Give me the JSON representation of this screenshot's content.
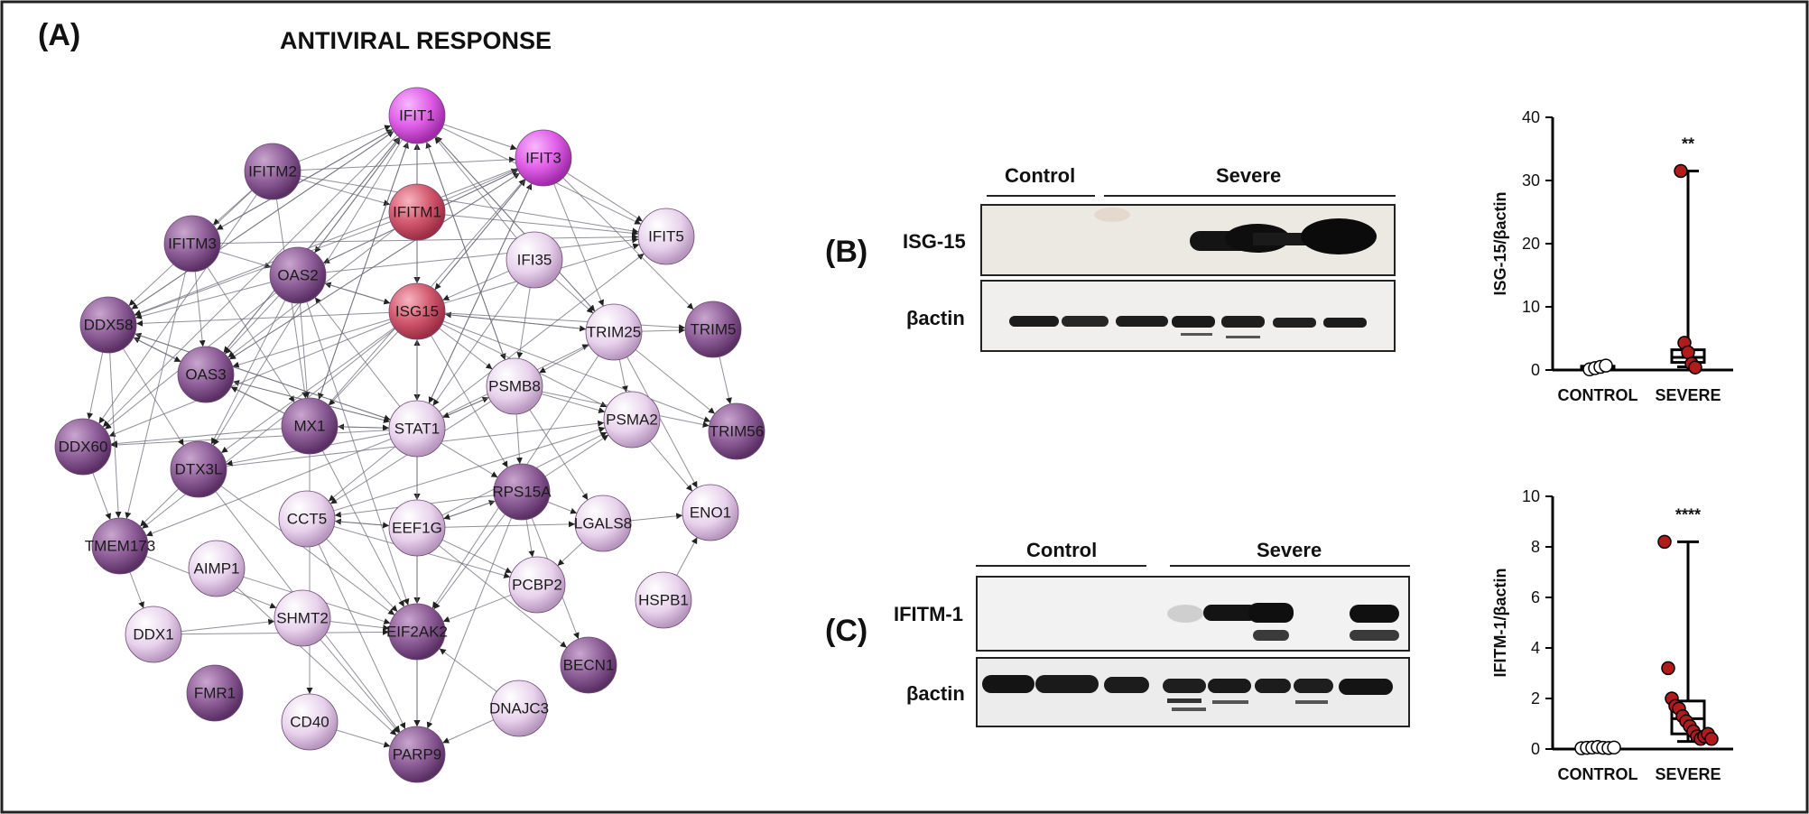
{
  "figure": {
    "panel_a": {
      "letter": "(A)",
      "title": "ANTIVIRAL RESPONSE",
      "nodes": [
        {
          "id": "IFIT1",
          "c": "#e060e8"
        },
        {
          "id": "IFIT3",
          "c": "#e060e8"
        },
        {
          "id": "IFITM2",
          "c": "#8a5a94"
        },
        {
          "id": "IFITM1",
          "c": "#d45a70"
        },
        {
          "id": "IFIT5",
          "c": "#e4cce8"
        },
        {
          "id": "IFITM3",
          "c": "#8a5a94"
        },
        {
          "id": "OAS2",
          "c": "#8a5a94"
        },
        {
          "id": "IFI35",
          "c": "#e4cce8"
        },
        {
          "id": "DDX58",
          "c": "#8a5a94"
        },
        {
          "id": "ISG15",
          "c": "#d45a70"
        },
        {
          "id": "TRIM25",
          "c": "#e4cce8"
        },
        {
          "id": "TRIM5",
          "c": "#8a5a94"
        },
        {
          "id": "OAS3",
          "c": "#8a5a94"
        },
        {
          "id": "PSMB8",
          "c": "#e4cce8"
        },
        {
          "id": "PSMA2",
          "c": "#e4cce8"
        },
        {
          "id": "TRIM56",
          "c": "#8a5a94"
        },
        {
          "id": "MX1",
          "c": "#8a5a94"
        },
        {
          "id": "STAT1",
          "c": "#e4cce8"
        },
        {
          "id": "DDX60",
          "c": "#8a5a94"
        },
        {
          "id": "DTX3L",
          "c": "#8a5a94"
        },
        {
          "id": "RPS15A",
          "c": "#8a5a94"
        },
        {
          "id": "CCT5",
          "c": "#e4cce8"
        },
        {
          "id": "EEF1G",
          "c": "#e4cce8"
        },
        {
          "id": "LGALS8",
          "c": "#e4cce8"
        },
        {
          "id": "ENO1",
          "c": "#e4cce8"
        },
        {
          "id": "TMEM173",
          "c": "#8a5a94"
        },
        {
          "id": "AIMP1",
          "c": "#e4cce8"
        },
        {
          "id": "PCBP2",
          "c": "#e4cce8"
        },
        {
          "id": "HSPB1",
          "c": "#e4cce8"
        },
        {
          "id": "DDX1",
          "c": "#e4cce8"
        },
        {
          "id": "SHMT2",
          "c": "#e4cce8"
        },
        {
          "id": "EIF2AK2",
          "c": "#8a5a94"
        },
        {
          "id": "BECN1",
          "c": "#8a5a94"
        },
        {
          "id": "FMR1",
          "c": "#8a5a94"
        },
        {
          "id": "CD40",
          "c": "#e4cce8"
        },
        {
          "id": "DNAJC3",
          "c": "#e4cce8"
        },
        {
          "id": "PARP9",
          "c": "#8a5a94"
        }
      ]
    },
    "panel_b": {
      "letter": "(B)",
      "group_control": "Control",
      "group_severe": "Severe",
      "row1": "ISG-15",
      "row2": "βactin"
    },
    "panel_c": {
      "letter": "(C)",
      "group_control": "Control",
      "group_severe": "Severe",
      "row1": "IFITM-1",
      "row2": "βactin"
    }
  },
  "chart_data": [
    {
      "type": "box",
      "ylabel": "ISG-15/βactin",
      "categories": [
        "CONTROL",
        "SEVERE"
      ],
      "ylim": [
        0,
        40
      ],
      "yticks": [
        "0",
        "10",
        "20",
        "30",
        "40"
      ],
      "annotation": "**",
      "series": [
        {
          "group": "CONTROL",
          "min": 0.0,
          "q1": 0.2,
          "median": 0.4,
          "q3": 0.6,
          "max": 0.8,
          "points": [
            0.1,
            0.3,
            0.5,
            0.7
          ]
        },
        {
          "group": "SEVERE",
          "min": 0.5,
          "q1": 1.2,
          "median": 2.0,
          "q3": 3.2,
          "max": 31.5,
          "points": [
            31.5,
            4.3,
            2.8,
            1.0,
            0.4
          ]
        }
      ]
    },
    {
      "type": "box",
      "ylabel": "IFITM-1/βactin",
      "categories": [
        "CONTROL",
        "SEVERE"
      ],
      "ylim": [
        0,
        10
      ],
      "yticks": [
        "0",
        "2",
        "4",
        "6",
        "8",
        "10"
      ],
      "annotation": "****",
      "series": [
        {
          "group": "CONTROL",
          "min": 0.0,
          "q1": 0.02,
          "median": 0.05,
          "q3": 0.08,
          "max": 0.12,
          "points": [
            0.03,
            0.05,
            0.06,
            0.08,
            0.05,
            0.04,
            0.06
          ]
        },
        {
          "group": "SEVERE",
          "min": 0.3,
          "q1": 0.6,
          "median": 1.2,
          "q3": 1.9,
          "max": 8.2,
          "points": [
            8.2,
            3.2,
            2.0,
            1.7,
            1.6,
            1.3,
            1.1,
            0.9,
            0.7,
            0.5,
            0.4,
            0.5,
            0.6,
            0.4
          ]
        }
      ]
    }
  ]
}
